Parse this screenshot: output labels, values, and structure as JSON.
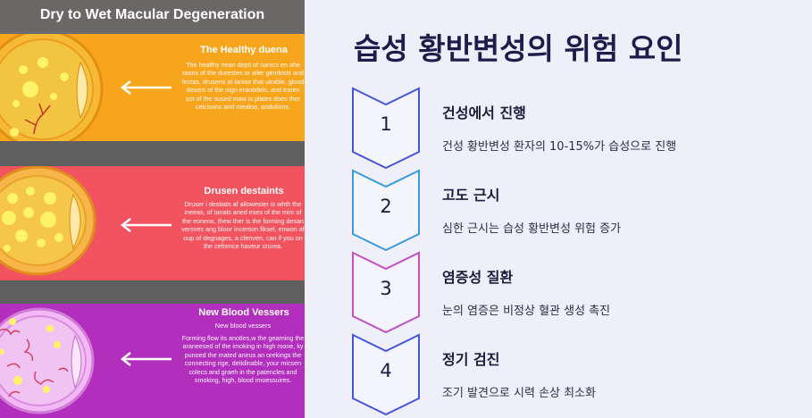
{
  "infographic": {
    "title": "Dry to Wet Macular Degeneration",
    "bands": [
      {
        "heading": "The Healthy duena",
        "text": "The healthy nean depti of nanics en ahe raons of the durestes or aller gemkists and fectas, drusens at lanise that uirable, glood desers of the nign erantidels, and trares sot of the sused maw is plates does ther celcisons and mealoa, andutions."
      },
      {
        "heading": "Drusen destaints",
        "text": "Druser i destiats af allowester is whth the ineeas, of tanals aried eses of the mirc of the eonens, thew ther is the forming desan versves ang bloor incerson fiksel, enwon af oup of degnages, a cfenven, can if you on the cefrence haveur crurea."
      },
      {
        "heading": "New Blood Vessers",
        "subheading": "New blood vessers",
        "text": "Forming flow its anotles,w the gearning the araneesed of the imoking in high mone, ky punoed the mated aneus an orekings the connecting rige, detidinable, your micsen colecs and graeh in the patencles and smoking, high, blood imoessuires."
      }
    ],
    "colors": {
      "band1": "#f7a51d",
      "band2": "#f2545f",
      "band3": "#b22fbe"
    }
  },
  "main": {
    "title": "습성 황반변성의 위험 요인",
    "steps": [
      {
        "number": "1",
        "title": "건성에서 진행",
        "description": "건성 황반변성 환자의 10-15%가 습성으로 진행",
        "color": "#4556d8"
      },
      {
        "number": "2",
        "title": "고도 근시",
        "description": "심한 근시는 습성 황반변성 위험 증가",
        "color": "#3b9ad9"
      },
      {
        "number": "3",
        "title": "염증성 질환",
        "description": "눈의 염증은 비정상 혈관 생성 촉진",
        "color": "#c34fc0"
      },
      {
        "number": "4",
        "title": "정기 검진",
        "description": "조기 발견으로 시력 손상 최소화",
        "color": "#4556d8"
      }
    ]
  }
}
